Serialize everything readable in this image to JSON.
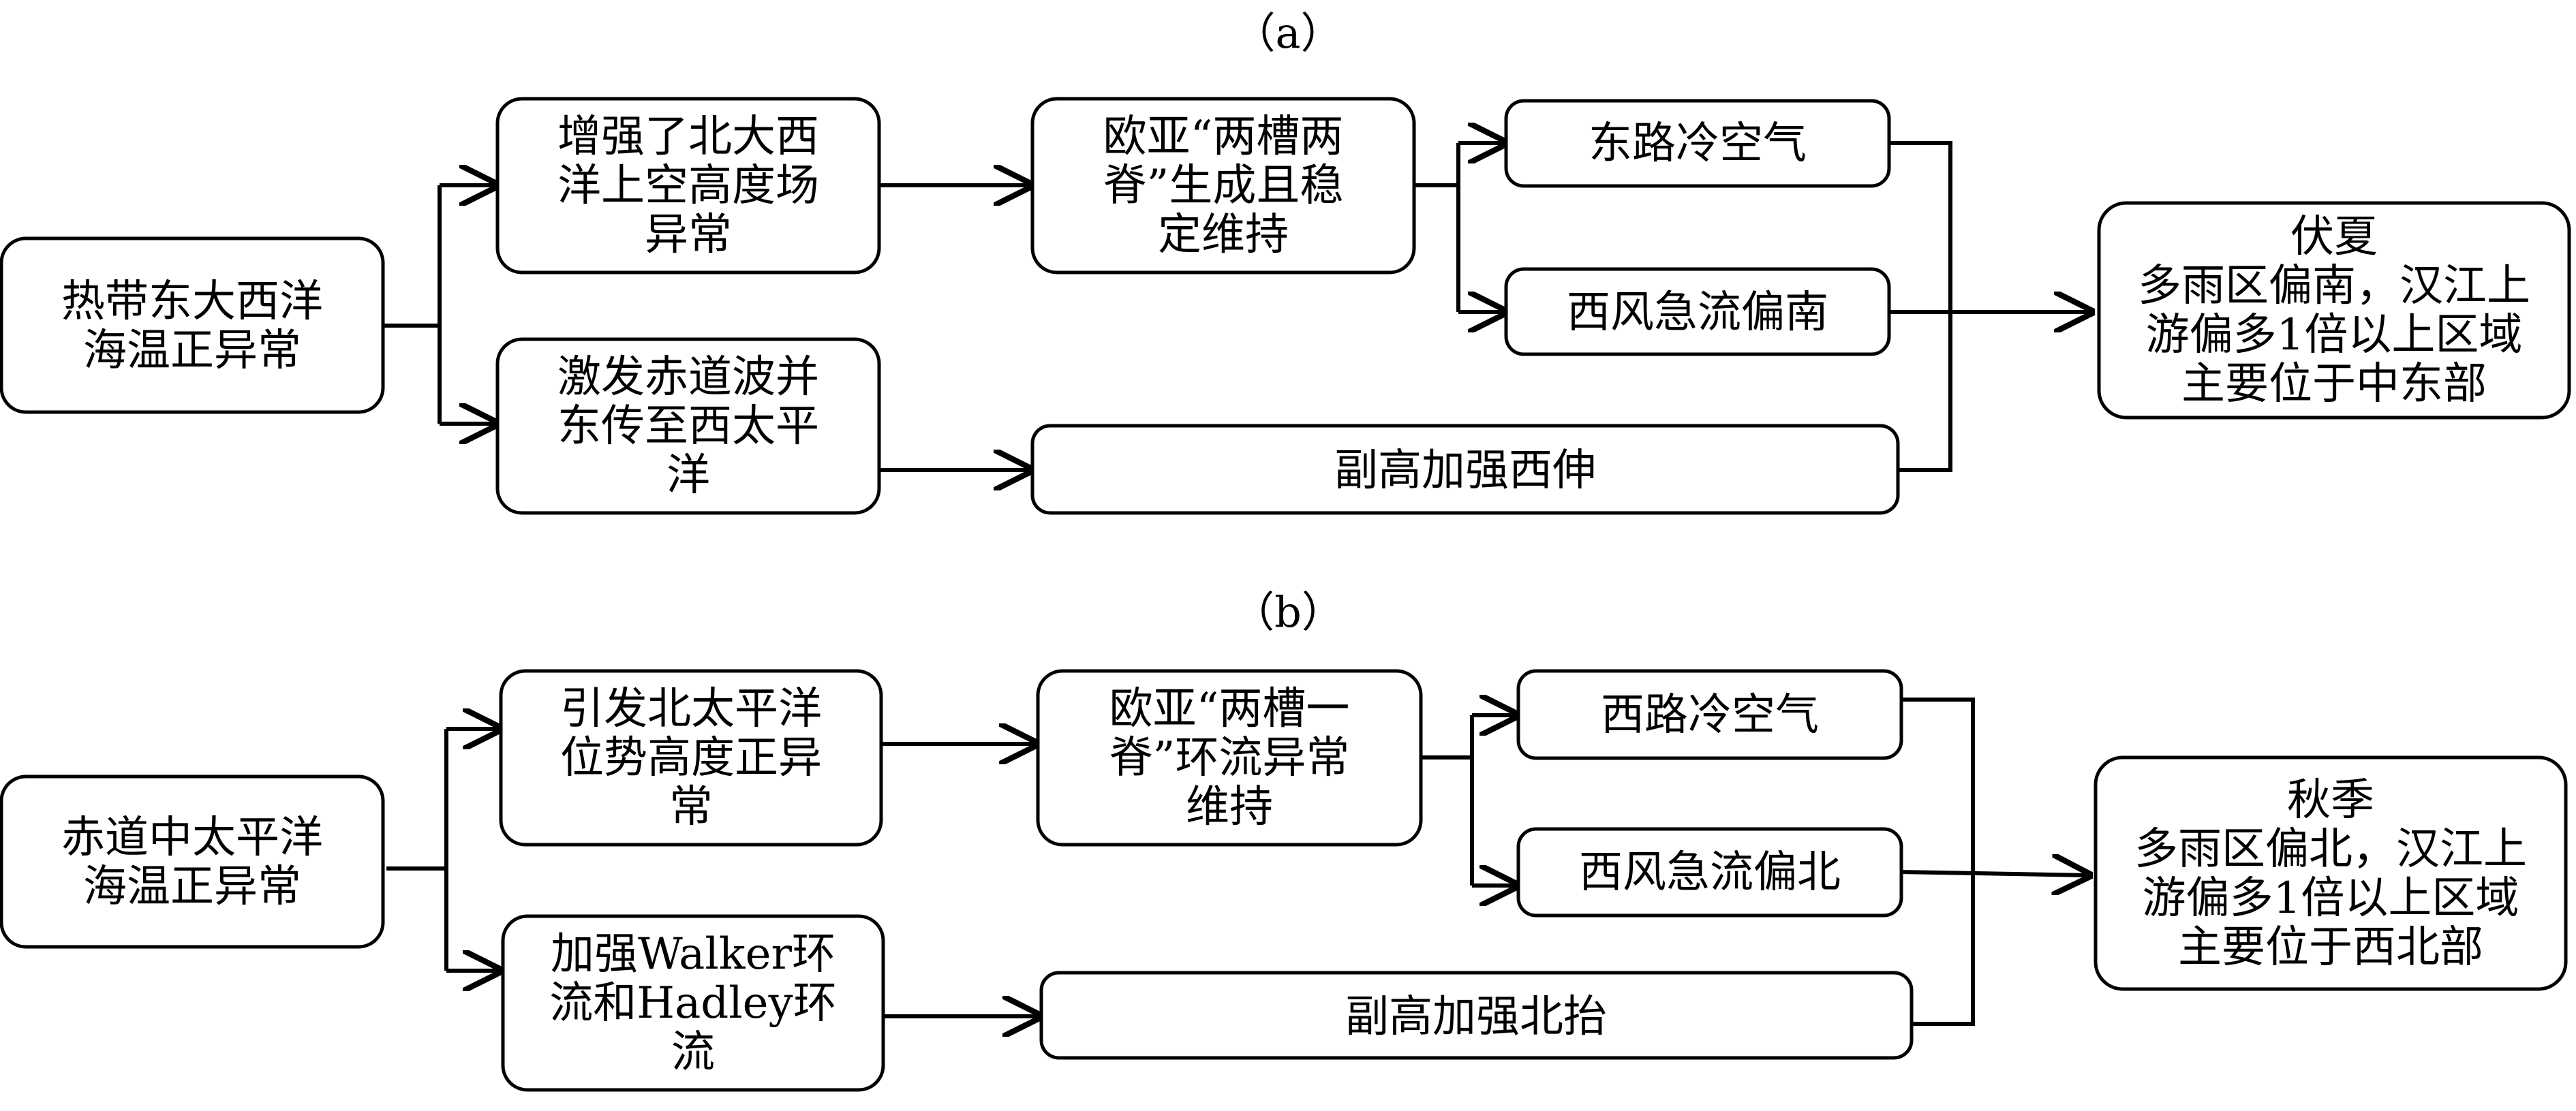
{
  "panel_a": {
    "caption": "（a）",
    "source": {
      "lines": [
        "热带东大西洋",
        "海温正异常"
      ]
    },
    "upper_branch": {
      "lines": [
        "增强了北大西",
        "洋上空高度场",
        "异常"
      ]
    },
    "lower_branch": {
      "lines": [
        "激发赤道波并",
        "东传至西太平",
        "洋"
      ]
    },
    "mid": {
      "lines": [
        "欧亚“两槽两",
        "脊”生成且稳",
        "定维持"
      ]
    },
    "cold_air": {
      "lines": [
        "东路冷空气"
      ]
    },
    "jet": {
      "lines": [
        "西风急流偏南"
      ]
    },
    "subtropical_high": {
      "lines": [
        "副高加强西伸"
      ]
    },
    "result": {
      "lines": [
        "伏夏",
        "多雨区偏南，汉江上",
        "游偏多1倍以上区域",
        "主要位于中东部"
      ]
    }
  },
  "panel_b": {
    "caption": "（b）",
    "source": {
      "lines": [
        "赤道中太平洋",
        "海温正异常"
      ]
    },
    "upper_branch": {
      "lines": [
        "引发北太平洋",
        "位势高度正异",
        "常"
      ]
    },
    "lower_branch": {
      "lines": [
        "加强Walker环",
        "流和Hadley环",
        "流"
      ]
    },
    "mid": {
      "lines": [
        "欧亚“两槽一",
        "脊”环流异常",
        "维持"
      ]
    },
    "cold_air": {
      "lines": [
        "西路冷空气"
      ]
    },
    "jet": {
      "lines": [
        "西风急流偏北"
      ]
    },
    "subtropical_high": {
      "lines": [
        "副高加强北抬"
      ]
    },
    "result": {
      "lines": [
        "秋季",
        "多雨区偏北，汉江上",
        "游偏多1倍以上区域",
        "主要位于西北部"
      ]
    }
  }
}
